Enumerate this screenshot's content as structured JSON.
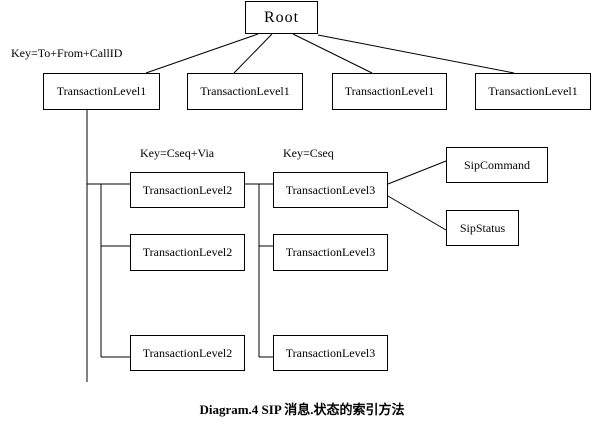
{
  "diagram": {
    "root_label": "Root",
    "key_label_level1": "Key=To+From+CallID",
    "key_label_level2": "Key=Cseq+Via",
    "key_label_level3": "Key=Cseq",
    "level1_nodes": [
      "TransactionLevel1",
      "TransactionLevel1",
      "TransactionLevel1",
      "TransactionLevel1"
    ],
    "level2_nodes": [
      "TransactionLevel2",
      "TransactionLevel2",
      "TransactionLevel2"
    ],
    "level3_nodes": [
      "TransactionLevel3",
      "TransactionLevel3",
      "TransactionLevel3"
    ],
    "leaf_nodes": [
      "SipCommand",
      "SipStatus"
    ],
    "caption": "Diagram.4 SIP 消息.状态的索引方法",
    "colors": {
      "line": "#000000",
      "box_border": "#000000",
      "background": "#ffffff",
      "text": "#000000"
    }
  }
}
